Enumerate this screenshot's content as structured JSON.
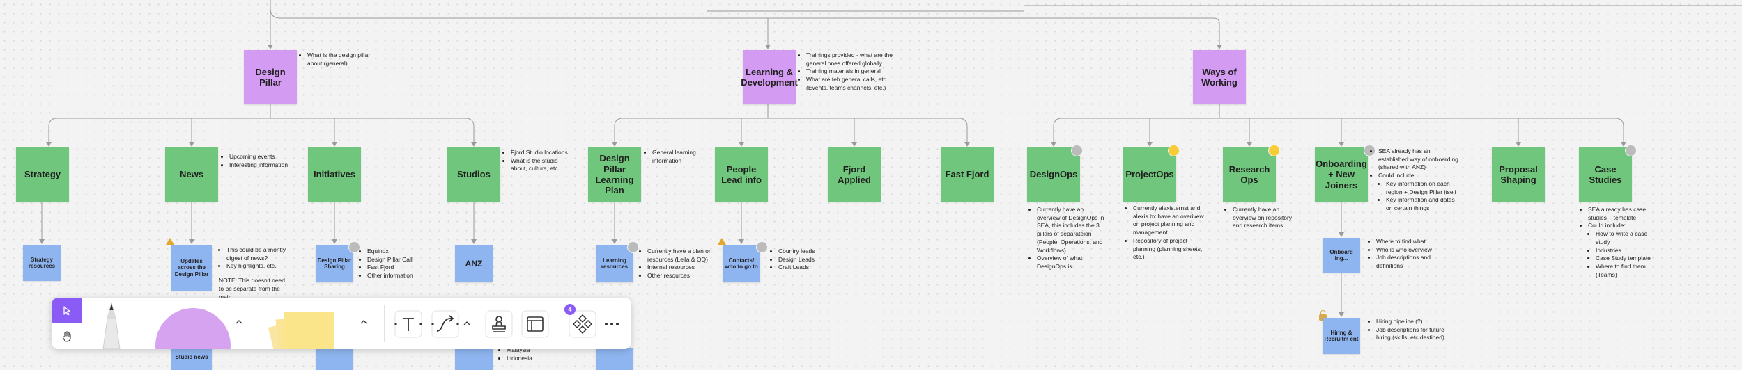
{
  "board": {
    "pillars": [
      {
        "id": "design-pillar",
        "label": "Design Pillar",
        "notes": [
          "What is the design pillar about (general)"
        ]
      },
      {
        "id": "learning-development",
        "label": "Learning & Development",
        "notes": [
          "Trainings provided - what are the general ones offered globally",
          "Training materials in general",
          "What are teh general calls, etc (Events, teams channels, etc.)"
        ]
      },
      {
        "id": "ways-of-working",
        "label": "Ways of Working",
        "notes": []
      }
    ],
    "categories": [
      {
        "id": "strategy",
        "label": "Strategy",
        "notes": []
      },
      {
        "id": "news",
        "label": "News",
        "notes": [
          "Upcoming events",
          "Interesting information"
        ]
      },
      {
        "id": "initiatives",
        "label": "Initiatives",
        "notes": []
      },
      {
        "id": "studios",
        "label": "Studios",
        "notes": [
          "Fjord Studio locations",
          "What is the studio about, culture, etc."
        ]
      },
      {
        "id": "design-pillar-learning-plan",
        "label": "Design Pillar Learning Plan",
        "notes": [
          "General learning information"
        ]
      },
      {
        "id": "people-lead-info",
        "label": "People Lead info",
        "notes": []
      },
      {
        "id": "fjord-applied",
        "label": "Fjord Applied",
        "notes": []
      },
      {
        "id": "fast-fjord",
        "label": "Fast Fjord",
        "notes": []
      },
      {
        "id": "designops",
        "label": "DesignOps",
        "notes": [
          "Currently have an overview of DesignOps in SEA, this includes the 3 pillars of separateion (People, Operations, and Workflows).",
          "Overview of what DesignOps is."
        ]
      },
      {
        "id": "projectops",
        "label": "ProjectOps",
        "notes": [
          "Currently alexis.ernst and alexis.bx have an overivew on project planning and management",
          "Repository of project planning (planning sheets, etc.)"
        ]
      },
      {
        "id": "research-ops",
        "label": "Research Ops",
        "notes": [
          "Currently have an overview on repository and research items."
        ]
      },
      {
        "id": "onboarding",
        "label": "Onboarding + New Joiners",
        "notes": [
          "SEA already has an established way of onboarding (shared with ANZ)",
          "Could include:",
          "Key information on each region + Design Pillar itself",
          "Key information and dates on certain things"
        ]
      },
      {
        "id": "proposal-shaping",
        "label": "Proposal Shaping",
        "notes": []
      },
      {
        "id": "case-studies",
        "label": "Case Studies",
        "notes": [
          "SEA already has case studies + template",
          "Could include:",
          "How to write a case study",
          "Industries",
          "Case Study template",
          "Where to find them (Teams)"
        ]
      }
    ],
    "subnodes": [
      {
        "id": "strategy-resources",
        "label": "Strategy resources",
        "notes": []
      },
      {
        "id": "updates",
        "label": "Updates across the Design Pillar",
        "notes": [
          "This could be a montly digest of news?",
          "Key highlights, etc."
        ],
        "extra": "NOTE: This doesn't need to be separate from the main"
      },
      {
        "id": "dp-sharing",
        "label": "Design Pillar Sharing",
        "notes": [
          "Equinox",
          "Design Pillar Call",
          "Fast Fjord",
          "Other information"
        ]
      },
      {
        "id": "anz",
        "label": "ANZ",
        "notes": []
      },
      {
        "id": "learning-resources",
        "label": "Learning resources",
        "notes": [
          "Currently have a plan on resources (Leila & QQ)",
          "Internal resources",
          "Other resources"
        ]
      },
      {
        "id": "contacts",
        "label": "Contacts/ who to go to",
        "notes": [
          "Country leads",
          "Design Leads",
          "Craft Leads"
        ]
      },
      {
        "id": "onboarding-sub",
        "label": "Onboard ing...",
        "notes": [
          "Where to find what",
          "Who is who overview",
          "Job descriptions and definitions"
        ]
      },
      {
        "id": "hiring",
        "label": "Hiring & Recruitm ent",
        "notes": [
          "Hiring pipeline (?)",
          "Job descriptions for future hiring (skills, etc destined)"
        ]
      },
      {
        "id": "studio-news",
        "label": "Studio news",
        "notes": []
      },
      {
        "id": "studios-countries",
        "label": "",
        "notes": [
          "Malaysia",
          "Indonesia"
        ]
      }
    ],
    "notifications": "4",
    "colors": {
      "pillar": "#d39bf2",
      "category": "#70c67c",
      "subnode": "#8fb5f0",
      "accent": "#8a5cf5",
      "sticky": "#fbe58a"
    }
  },
  "toolbar": {
    "tools": [
      {
        "id": "select",
        "icon": "cursor-icon"
      },
      {
        "id": "hand",
        "icon": "hand-icon"
      },
      {
        "id": "pen",
        "icon": "pen-icon"
      },
      {
        "id": "shape",
        "icon": "shape-icon"
      },
      {
        "id": "sticky",
        "icon": "sticky-note-icon"
      },
      {
        "id": "text",
        "icon": "text-icon"
      },
      {
        "id": "connector",
        "icon": "connector-icon"
      },
      {
        "id": "stamp",
        "icon": "stamp-icon"
      },
      {
        "id": "table",
        "icon": "table-icon"
      },
      {
        "id": "components",
        "icon": "components-icon"
      },
      {
        "id": "more",
        "icon": "more-icon"
      }
    ]
  }
}
